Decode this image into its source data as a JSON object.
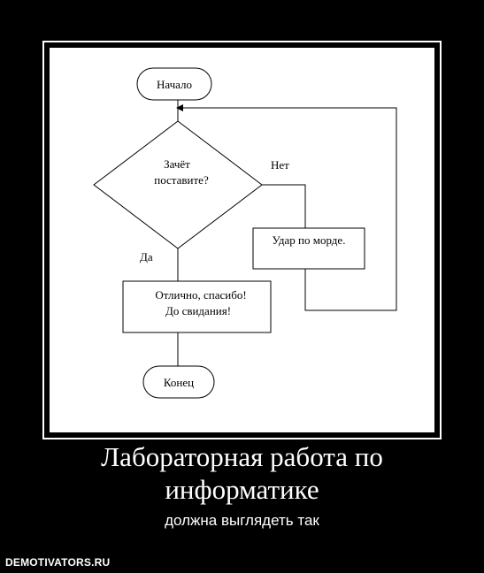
{
  "flowchart": {
    "start_label": "Начало",
    "decision_line1": "Зачёт",
    "decision_line2": "поставите?",
    "no_label": "Нет",
    "yes_label": "Да",
    "no_action": "Удар по морде.",
    "yes_action_line1": "Отлично, спасибо!",
    "yes_action_line2": "До свидания!",
    "end_label": "Конец"
  },
  "caption": {
    "title_line1": "Лабораторная работа по",
    "title_line2": "информатике",
    "subtitle": "должна выглядеть так"
  },
  "watermark": "DEMOTIVATORS.RU",
  "colors": {
    "background": "#000000",
    "frame": "#ffffff",
    "text": "#ffffff"
  }
}
